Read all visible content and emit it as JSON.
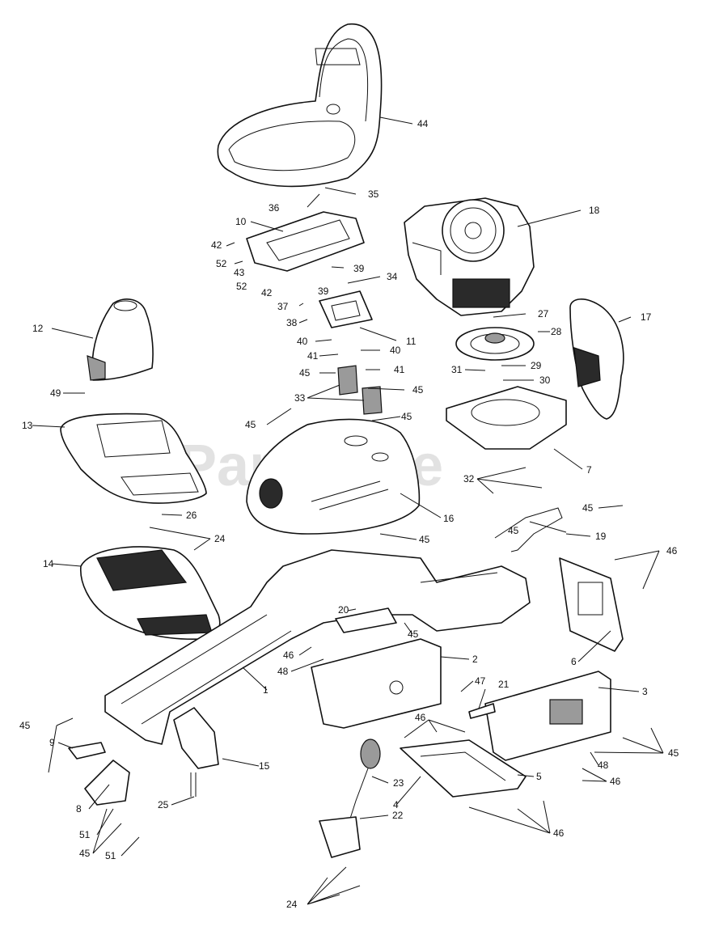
{
  "watermark": "PartsTree",
  "callouts": [
    {
      "id": "c44",
      "label": "44"
    },
    {
      "id": "c36",
      "label": "36"
    },
    {
      "id": "c35",
      "label": "35"
    },
    {
      "id": "c10",
      "label": "10"
    },
    {
      "id": "c18",
      "label": "18"
    },
    {
      "id": "c42a",
      "label": "42"
    },
    {
      "id": "c52a",
      "label": "52"
    },
    {
      "id": "c43",
      "label": "43"
    },
    {
      "id": "c39a",
      "label": "39"
    },
    {
      "id": "c52b",
      "label": "52"
    },
    {
      "id": "c42b",
      "label": "42"
    },
    {
      "id": "c34",
      "label": "34"
    },
    {
      "id": "c39b",
      "label": "39"
    },
    {
      "id": "c37",
      "label": "37"
    },
    {
      "id": "c38",
      "label": "38"
    },
    {
      "id": "c27",
      "label": "27"
    },
    {
      "id": "c17",
      "label": "17"
    },
    {
      "id": "c12",
      "label": "12"
    },
    {
      "id": "c28",
      "label": "28"
    },
    {
      "id": "c11",
      "label": "11"
    },
    {
      "id": "c40a",
      "label": "40"
    },
    {
      "id": "c41a",
      "label": "41"
    },
    {
      "id": "c40b",
      "label": "40"
    },
    {
      "id": "c29",
      "label": "29"
    },
    {
      "id": "c45a",
      "label": "45"
    },
    {
      "id": "c41b",
      "label": "41"
    },
    {
      "id": "c30",
      "label": "30"
    },
    {
      "id": "c31",
      "label": "31"
    },
    {
      "id": "c49",
      "label": "49"
    },
    {
      "id": "c45b",
      "label": "45"
    },
    {
      "id": "c33",
      "label": "33"
    },
    {
      "id": "c45c",
      "label": "45"
    },
    {
      "id": "c45d",
      "label": "45"
    },
    {
      "id": "c13",
      "label": "13"
    },
    {
      "id": "c7",
      "label": "7"
    },
    {
      "id": "c32",
      "label": "32"
    },
    {
      "id": "c16",
      "label": "16"
    },
    {
      "id": "c26",
      "label": "26"
    },
    {
      "id": "c45e",
      "label": "45"
    },
    {
      "id": "c45f",
      "label": "45"
    },
    {
      "id": "c19",
      "label": "19"
    },
    {
      "id": "c24a",
      "label": "24"
    },
    {
      "id": "c45g",
      "label": "45"
    },
    {
      "id": "c46a",
      "label": "46"
    },
    {
      "id": "c14",
      "label": "14"
    },
    {
      "id": "c20",
      "label": "20"
    },
    {
      "id": "c45h",
      "label": "45"
    },
    {
      "id": "c46b",
      "label": "46"
    },
    {
      "id": "c2",
      "label": "2"
    },
    {
      "id": "c6",
      "label": "6"
    },
    {
      "id": "c48a",
      "label": "48"
    },
    {
      "id": "c1",
      "label": "1"
    },
    {
      "id": "c47",
      "label": "47"
    },
    {
      "id": "c21",
      "label": "21"
    },
    {
      "id": "c3",
      "label": "3"
    },
    {
      "id": "c45i",
      "label": "45"
    },
    {
      "id": "c46c",
      "label": "46"
    },
    {
      "id": "c9",
      "label": "9"
    },
    {
      "id": "c15",
      "label": "15"
    },
    {
      "id": "c45j",
      "label": "45"
    },
    {
      "id": "c48b",
      "label": "48"
    },
    {
      "id": "c46d",
      "label": "46"
    },
    {
      "id": "c5",
      "label": "5"
    },
    {
      "id": "c23",
      "label": "23"
    },
    {
      "id": "c8",
      "label": "8"
    },
    {
      "id": "c25",
      "label": "25"
    },
    {
      "id": "c4",
      "label": "4"
    },
    {
      "id": "c22",
      "label": "22"
    },
    {
      "id": "c46e",
      "label": "46"
    },
    {
      "id": "c51a",
      "label": "51"
    },
    {
      "id": "c45k",
      "label": "45"
    },
    {
      "id": "c51b",
      "label": "51"
    },
    {
      "id": "c24b",
      "label": "24"
    }
  ]
}
